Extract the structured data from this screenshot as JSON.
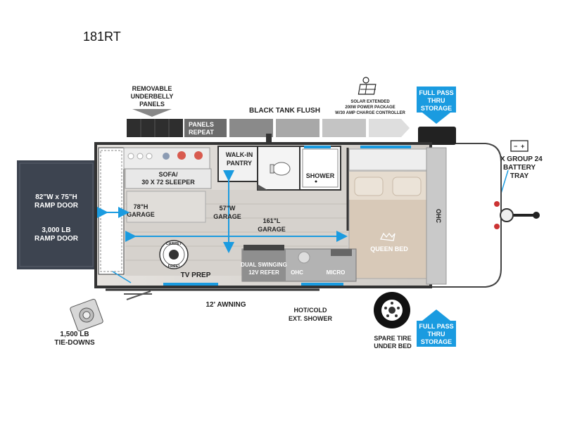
{
  "model": "181RT",
  "labels": {
    "removable_underbelly_1": "REMOVABLE",
    "removable_underbelly_2": "UNDERBELLY",
    "removable_underbelly_3": "PANELS",
    "panels_repeat_1": "PANELS",
    "panels_repeat_2": "REPEAT",
    "black_tank_flush": "BLACK TANK FLUSH",
    "solar_1": "SOLAR EXTENDED",
    "solar_2": "200W POWER PACKAGE",
    "solar_3": "W/30 AMP CHARGE CONTROLLER",
    "full_pass_top_1": "FULL PASS",
    "full_pass_top_2": "THRU",
    "full_pass_top_3": "STORAGE",
    "full_pass_bottom_1": "FULL PASS",
    "full_pass_bottom_2": "THRU",
    "full_pass_bottom_3": "STORAGE",
    "battery_1": "2X GROUP 24",
    "battery_2": "BATTERY",
    "battery_3": "TRAY",
    "ramp_door_size_1": "82\"W x 75\"H",
    "ramp_door_size_2": "RAMP DOOR",
    "ramp_door_weight_1": "3,000 LB",
    "ramp_door_weight_2": "RAMP DOOR",
    "sofa_1": "SOFA/",
    "sofa_2": "30 X 72 SLEEPER",
    "walk_in_1": "WALK-IN",
    "walk_in_2": "PANTRY",
    "shower": "SHOWER",
    "garage_h_1": "78\"H",
    "garage_h_2": "GARAGE",
    "garage_w_1": "57\"W",
    "garage_w_2": "GARAGE",
    "garage_l_1": "161\"L",
    "garage_l_2": "GARAGE",
    "ohc_vertical": "OHC",
    "queen_bed": "QUEEN BED",
    "carpet_free_1": "CARPET",
    "carpet_free_2": "FREE!",
    "tv_prep": "TV PREP",
    "refer_1": "DUAL SWINGING",
    "refer_2": "12V REFER",
    "ohc_kitchen": "OHC",
    "micro": "MICRO",
    "awning": "12' AWNING",
    "ext_shower_1": "HOT/COLD",
    "ext_shower_2": "EXT. SHOWER",
    "tie_downs_1": "1,500 LB",
    "tie_downs_2": "TIE-DOWNS",
    "spare_tire_1": "SPARE TIRE",
    "spare_tire_2": "UNDER BED"
  },
  "colors": {
    "blue": "#1a9be0",
    "dark": "#3d4450",
    "wall": "#333333",
    "floor": "#d9d6d2",
    "bed": "#d8c9b8",
    "counter": "#b3b3b3"
  }
}
